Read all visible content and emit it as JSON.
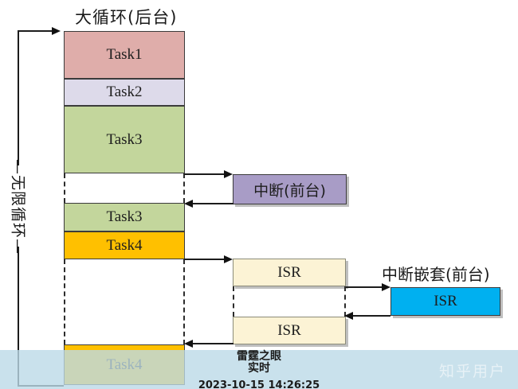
{
  "title": "大循环(后台)",
  "infinite_loop_label": "—无限循环—",
  "background_stack": {
    "segments": [
      {
        "label": "Task1",
        "color": "#dfadaa"
      },
      {
        "label": "Task2",
        "color": "#dddaea"
      },
      {
        "label": "Task3",
        "color": "#c3d69c"
      },
      {
        "label": "Task3",
        "color": "#c3d69c"
      },
      {
        "label": "Task4",
        "color": "#ffc000"
      },
      {
        "label": "Task4",
        "color": "#ffc000"
      }
    ]
  },
  "foreground": {
    "interrupt_label": "中断(前台)",
    "interrupt_color": "#a89cc6",
    "nested_title": "中断嵌套(前台)",
    "isr_label": "ISR",
    "isr_color": "#fcf3d5",
    "nested_isr_color": "#00b0f0"
  },
  "watermark": {
    "brand_line1": "雷霆之眼",
    "brand_line2": "实时",
    "timestamp": "2023-10-15 14:26:25",
    "site_user": "知乎用户",
    "band_color": "rgba(187,218,231,0.8)"
  }
}
